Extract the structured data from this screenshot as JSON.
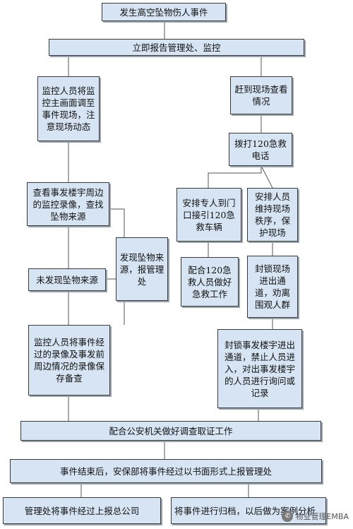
{
  "flowchart": {
    "title": "发生高空坠物伤人事件",
    "report": "立即报告管理处、监控",
    "left_steps": {
      "monitor": "监控人员将监控主画面调至事件现场，注意现场动态",
      "check_video": "查看事发楼宇周边的监控录像，查找坠物来源",
      "not_found": "未发现坠物来源",
      "found": "发现坠物来源，报管理处",
      "save_video": "监控人员将事件经过的录像及事发前周边情况的录像保存备查"
    },
    "right_steps": {
      "go_scene": "赶到现场查看情况",
      "call_120": "拨打120急救电话",
      "guide_ambulance": "安排专人到门口接引120急救车辆",
      "maintain_order": "安排人员维持现场秩序，保护现场",
      "assist_120": "配合120急救人员做好急救工作",
      "seal_scene": "封锁现场进出通道，劝离围观人群",
      "seal_building": "封锁事发楼宇进出通道，禁止人员进入，对出事发楼宇的人员进行询问或记录"
    },
    "cooperate_police": "配合公安机关做好调查取证工作",
    "after_event": "事件结束后，安保部将事件经过以书面形式上报管理处",
    "report_company": "管理处将事件经过上报总公司",
    "archive": "将事件进行归档，以后做为案例分析"
  },
  "watermark": {
    "icon": "wechat-icon",
    "text": "物业管理EMBA"
  }
}
